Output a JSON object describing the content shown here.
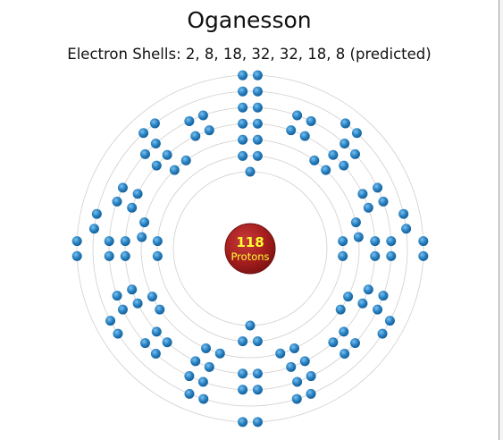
{
  "element_name": "Oganesson",
  "shells_caption": "Electron Shells: 2, 8, 18, 32, 32, 18, 8 (predicted)",
  "nucleus": {
    "count": "118",
    "label": "Protons",
    "fill": "#a51e1e",
    "count_color": "#ffff33",
    "label_color": "#ffff33"
  },
  "shells": [
    2,
    8,
    18,
    32,
    32,
    18,
    8
  ],
  "colors": {
    "electron": "#2a7fc0",
    "electron_highlight": "#6fb4e6",
    "orbit": "#cfcfcf"
  }
}
